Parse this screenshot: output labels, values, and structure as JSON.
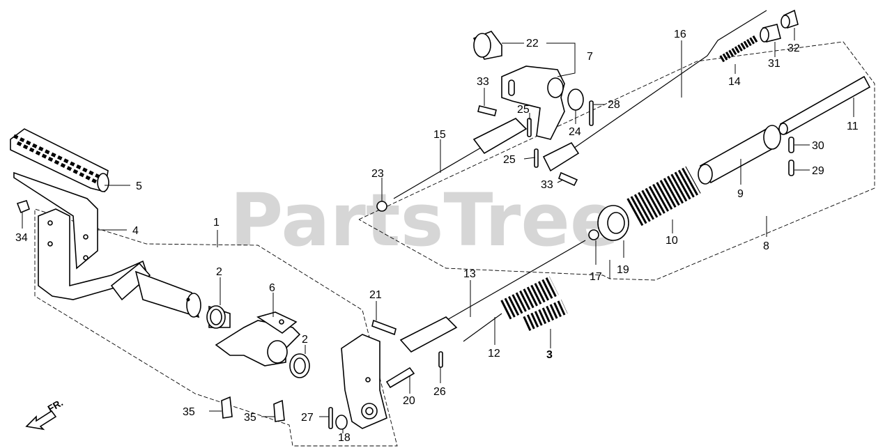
{
  "watermark": "PartsTree",
  "direction_label": "FR.",
  "labels": {
    "l1": "1",
    "l2a": "2",
    "l2b": "2",
    "l3": "3",
    "l4": "4",
    "l5": "5",
    "l6": "6",
    "l7": "7",
    "l8": "8",
    "l9": "9",
    "l10": "10",
    "l11": "11",
    "l12": "12",
    "l13": "13",
    "l14": "14",
    "l15": "15",
    "l16": "16",
    "l17": "17",
    "l18": "18",
    "l19": "19",
    "l20": "20",
    "l21": "21",
    "l22": "22",
    "l23": "23",
    "l24": "24",
    "l25a": "25",
    "l25b": "25",
    "l26": "26",
    "l27": "27",
    "l28": "28",
    "l29": "29",
    "l30": "30",
    "l31": "31",
    "l32": "32",
    "l33a": "33",
    "l33b": "33",
    "l34": "34",
    "l35a": "35",
    "l35b": "35"
  }
}
